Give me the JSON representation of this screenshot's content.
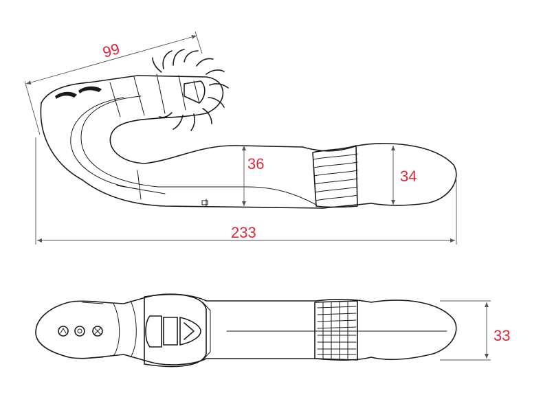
{
  "diagram": {
    "accent_color": "#e0283c",
    "line_color": "#1a1a1a",
    "dimensions": {
      "upper_arm_length": "99",
      "shaft_height": "36",
      "head_height": "34",
      "overall_length": "233",
      "top_view_height": "33"
    }
  }
}
